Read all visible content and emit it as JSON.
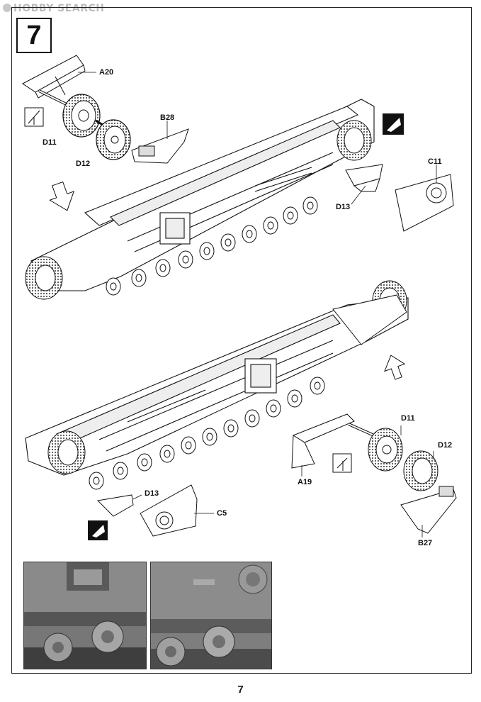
{
  "watermark": "HOBBY SEARCH",
  "step": "7",
  "page_number": "7",
  "parts": {
    "a20": "A20",
    "b28": "B28",
    "d11_top": "D11",
    "d12_top": "D12",
    "c11": "C11",
    "d13_top": "D13",
    "d11_bottom": "D11",
    "d12_bottom": "D12",
    "a19": "A19",
    "b27": "B27",
    "d13_bottom": "D13",
    "c5": "C5"
  },
  "icons": [
    "cement-icon",
    "arrow-down-icon",
    "arrow-up-icon",
    "cement-paint-icon"
  ],
  "colors": {
    "ink": "#111111",
    "paper": "#ffffff",
    "photo": "#6b6b6b"
  }
}
